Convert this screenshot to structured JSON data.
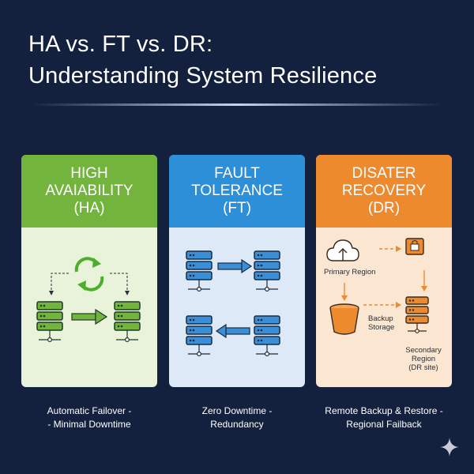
{
  "title": {
    "line1": "HA vs. FT vs. DR:",
    "line2": "Understanding System Resilience"
  },
  "cards": {
    "ha": {
      "heading": [
        "HIGH",
        "AVAIABILITY",
        "(HA)"
      ],
      "caption": [
        "Automatic Failover -",
        "- Minimal Downtime"
      ],
      "color": "#72b43c"
    },
    "ft": {
      "heading": [
        "FAULT",
        "TOLERANCE",
        "(FT)"
      ],
      "caption": [
        "Zero Downtime -",
        "Redundancy"
      ],
      "color": "#2d8fd8"
    },
    "dr": {
      "heading": [
        "DISATER",
        "RECOVERY",
        "(DR)"
      ],
      "caption": [
        "Remote Backup & Restore -",
        "Regional Failback"
      ],
      "labels": {
        "primary": "Primary Region",
        "backup": [
          "Backup",
          "Storage"
        ],
        "secondary": [
          "Secondary",
          "Region",
          "(DR site)"
        ]
      },
      "color": "#ee8a2e"
    }
  },
  "icons": {
    "ha": [
      "sync-arrows-icon",
      "server-stack-icon",
      "arrow-right-icon"
    ],
    "ft": [
      "server-stack-icon",
      "arrow-right-icon",
      "arrow-left-icon"
    ],
    "dr": [
      "cloud-upload-icon",
      "lock-icon",
      "bucket-icon",
      "server-stack-icon"
    ],
    "corner": "sparkle-icon"
  }
}
